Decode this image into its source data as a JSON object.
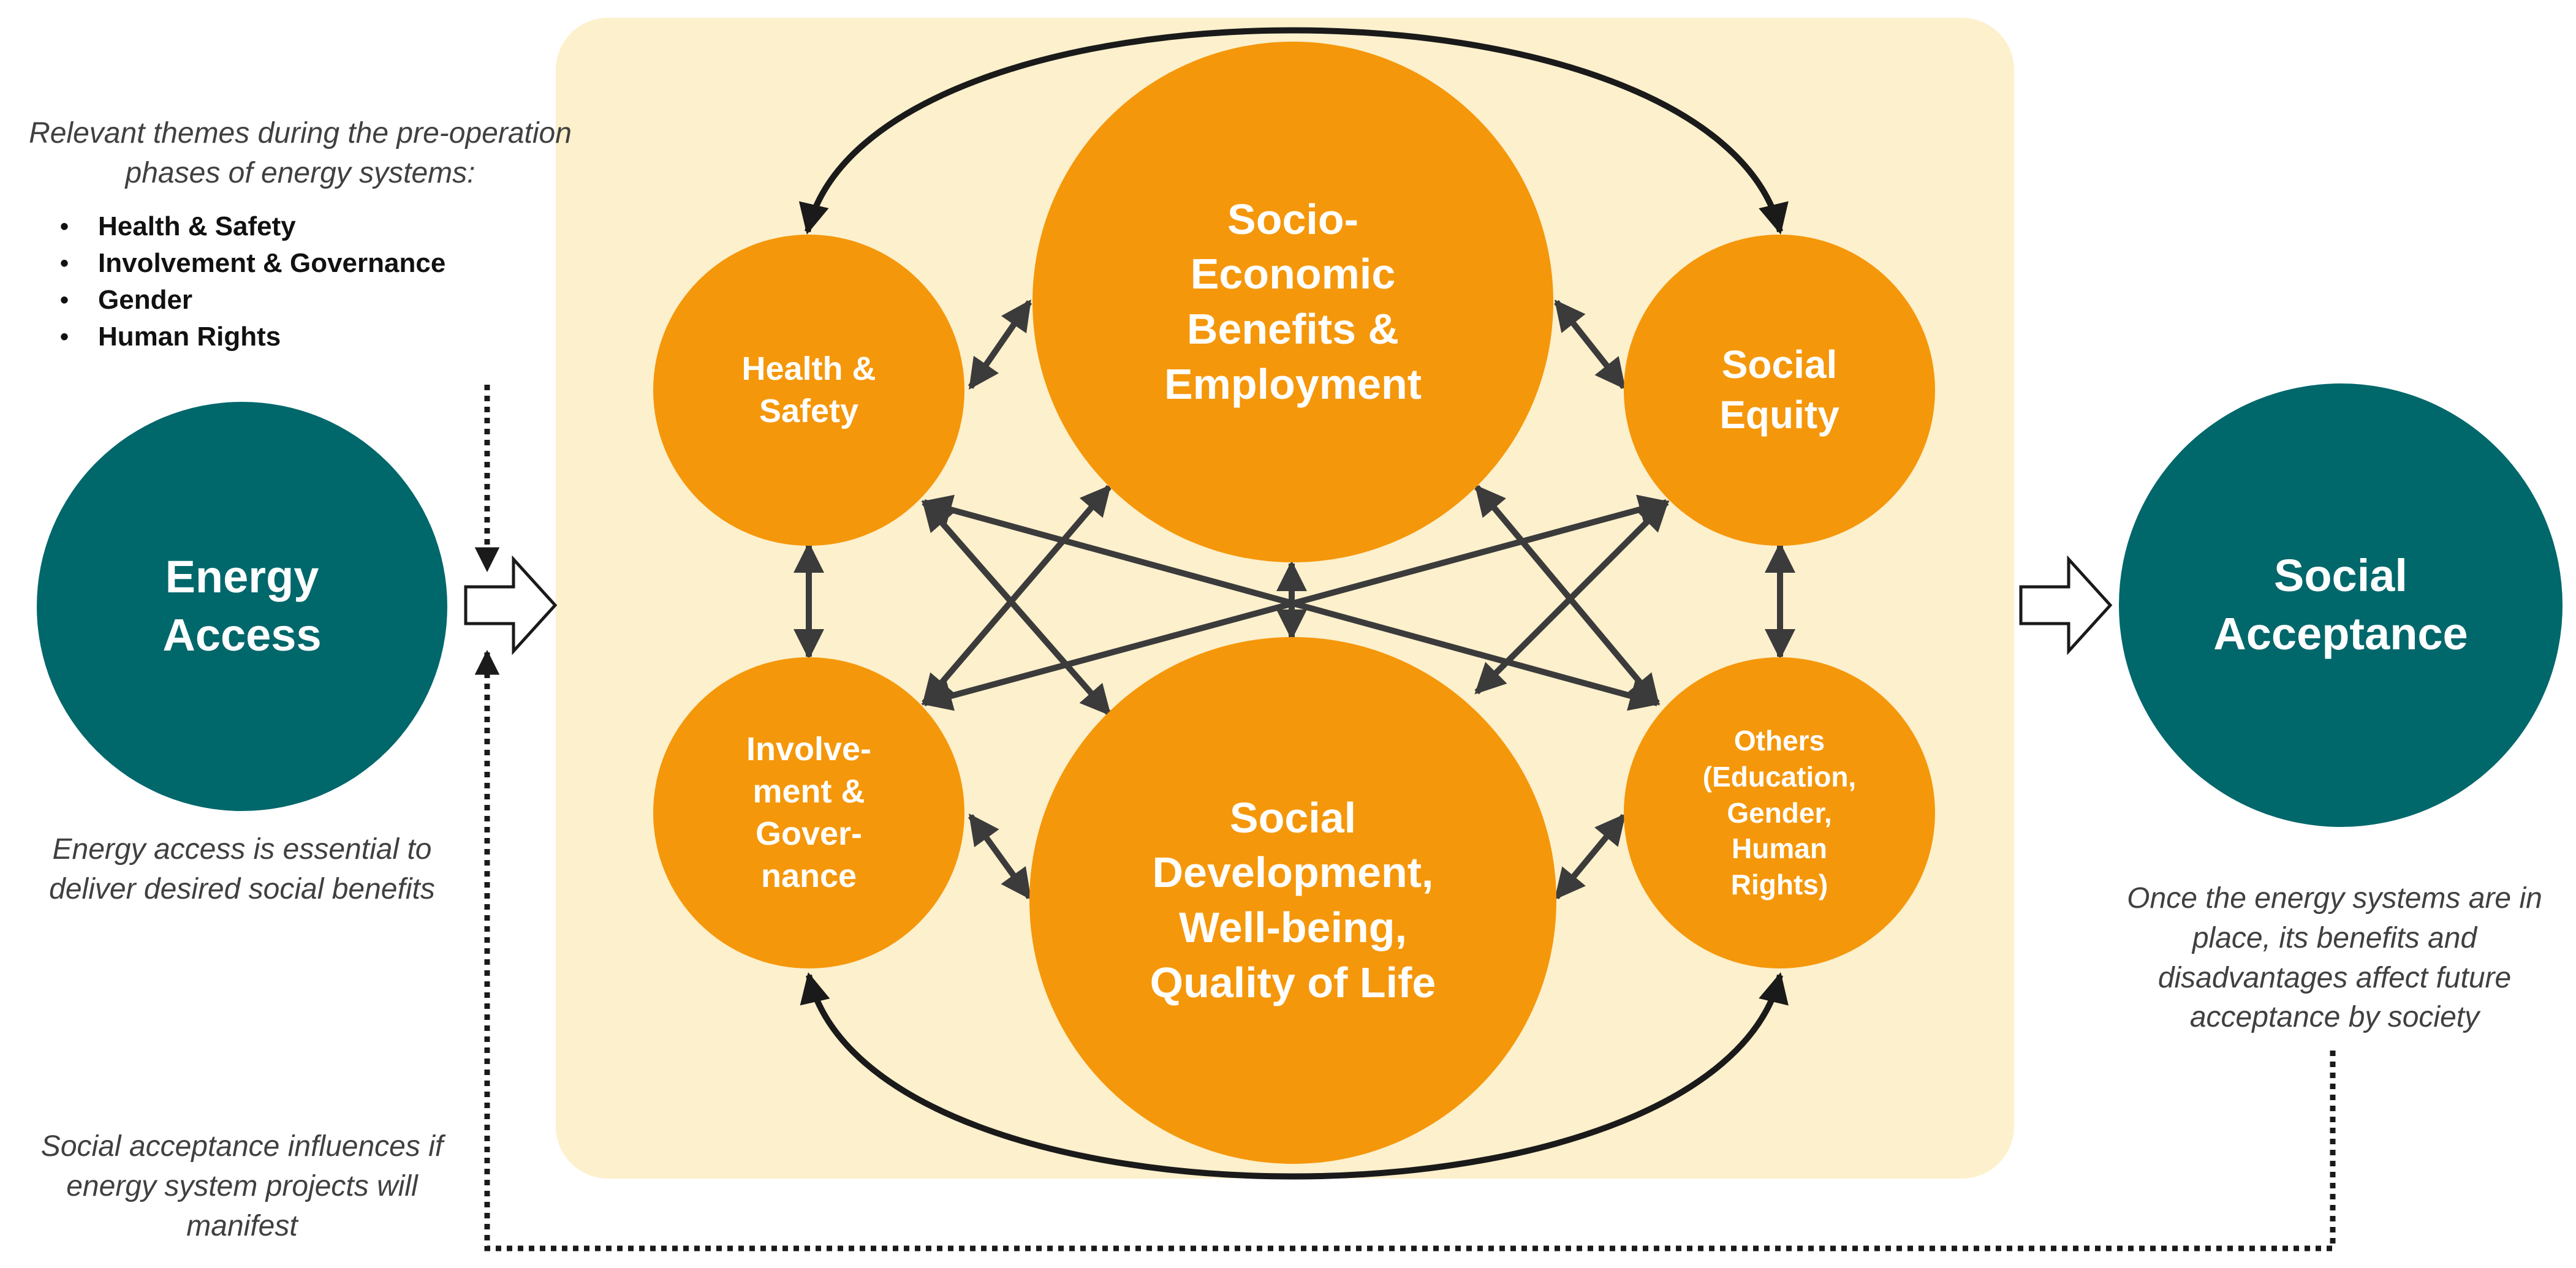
{
  "colors": {
    "teal": "#00676b",
    "orange": "#f5970a",
    "panel": "#fdf0cc",
    "arrow": "#3b3b3b",
    "curve": "#1a1a1a",
    "note_text": "#404040"
  },
  "left": {
    "themes_intro": "Relevant themes during the pre-operation phases of energy systems:",
    "themes": [
      "Health & Safety",
      "Involvement & Governance",
      "Gender",
      "Human Rights"
    ],
    "energy_access": "Energy Access",
    "energy_access_note": "Energy access is essential to deliver desired social benefits",
    "acceptance_feedback_note": "Social acceptance influences if energy system projects will manifest"
  },
  "center": {
    "health_safety": "Health & Safety",
    "socio_economic": "Socio-Economic Benefits & Employment",
    "social_equity": "Social Equity",
    "involvement": "Involve-ment & Gover-nance",
    "social_development": "Social Development, Well-being, Quality of Life",
    "others": "Others (Education, Gender, Human Rights)"
  },
  "right": {
    "social_acceptance": "Social Acceptance",
    "acceptance_note": "Once the energy systems are in place, its benefits and disadvantages affect future acceptance by society"
  },
  "icons": {
    "flow_arrow": "hollow-right-arrow",
    "connector": "double-headed-arrow",
    "feedback": "dotted-line-arrow"
  }
}
